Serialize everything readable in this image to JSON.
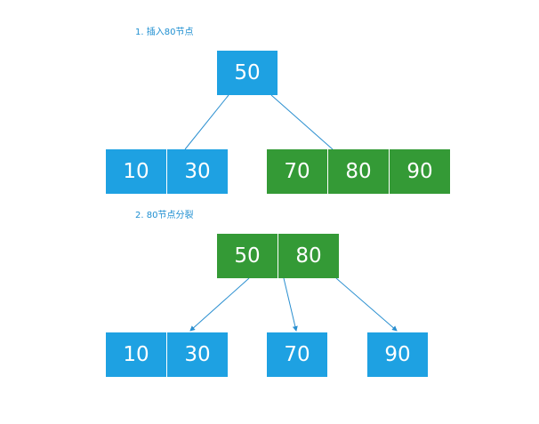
{
  "step1": {
    "caption": "1. 插入80节点",
    "root": {
      "keys": [
        "50"
      ]
    },
    "left": {
      "keys": [
        "10",
        "30"
      ]
    },
    "right": {
      "keys": [
        "70",
        "80",
        "90"
      ]
    }
  },
  "step2": {
    "caption": "2. 80节点分裂",
    "root": {
      "keys": [
        "50",
        "80"
      ]
    },
    "child1": {
      "keys": [
        "10",
        "30"
      ]
    },
    "child2": {
      "keys": [
        "70"
      ]
    },
    "child3": {
      "keys": [
        "90"
      ]
    }
  },
  "colors": {
    "node_blue": "#1ea1e2",
    "node_green": "#349a36",
    "edge": "#2a8fd0",
    "caption": "#1f8fd1"
  }
}
